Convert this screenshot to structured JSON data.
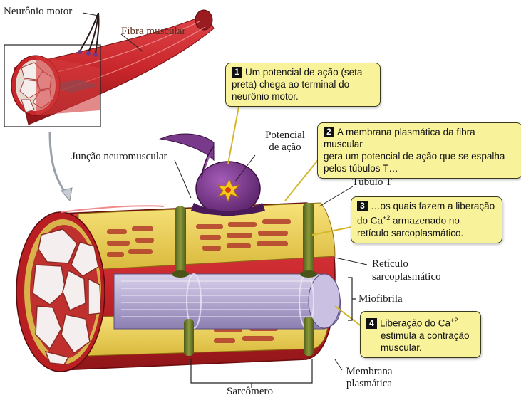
{
  "labels": {
    "neuronio_motor": "Neurônio motor",
    "fibra_muscular": "Fibra muscular",
    "potencial_de_acao_line1": "Potencial",
    "potencial_de_acao_line2": "de ação",
    "juncao_neuromuscular": "Junção neuromuscular",
    "tubulo_t": "Túbulo T",
    "reticulo_line1": "Retículo",
    "reticulo_line2": "sarcoplasmático",
    "miofibrila": "Miofibrila",
    "membrana_line1": "Membrana",
    "membrana_line2": "plasmática",
    "sarcomero": "Sarcômero"
  },
  "callouts": [
    {
      "number": "1",
      "lines": [
        "Um potencial de ação (seta",
        "preta) chega ao terminal do",
        "neurônio motor."
      ]
    },
    {
      "number": "2",
      "lines": [
        "A membrana plasmática da fibra muscular",
        "gera um potencial de ação que se espalha",
        "pelos túbulos T…"
      ]
    },
    {
      "number": "3",
      "line1": "…os quais fazem a liberação",
      "line2_pre": "do Ca",
      "line2_sup": "+2",
      "line2_post": " armazenado no",
      "line3": "retículo sarcoplasmático."
    },
    {
      "number": "4",
      "line1_pre": "Liberação do Ca",
      "line1_sup": "+2",
      "line2": "estimula a contração",
      "line3": "muscular."
    }
  ],
  "colors": {
    "muscle_red": "#c8262a",
    "sarcoplasmic_yellow": "#f2d65a",
    "myofibril_lavender": "#b9aed6",
    "neuron_purple": "#7a3a8c",
    "ttubule_green": "#6b7a2a",
    "callout_bg": "#f8f29a"
  }
}
